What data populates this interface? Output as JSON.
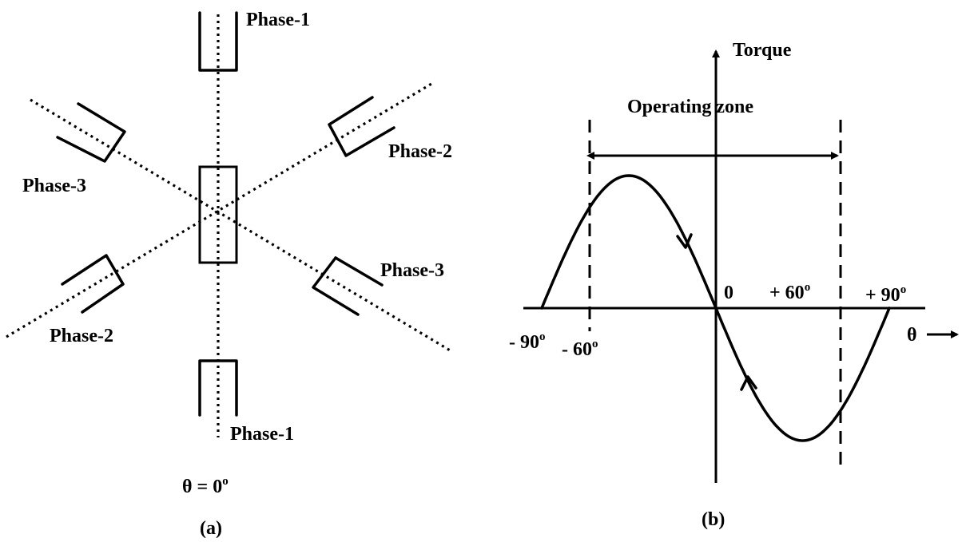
{
  "panel_a": {
    "phase_1_top": "Phase-1",
    "phase_1_bottom": "Phase-1",
    "phase_2_right": "Phase-2",
    "phase_2_left": "Phase-2",
    "phase_3_left": "Phase-3",
    "phase_3_right": "Phase-3",
    "theta_label": "θ = 0",
    "theta_degree": "o",
    "caption": "(a)"
  },
  "panel_b": {
    "torque_label": "Torque",
    "operating_zone_label": "Operating zone",
    "origin_label": "0",
    "plus_60": "+ 60",
    "plus_90": "+ 90",
    "minus_90": "- 90",
    "minus_60": "- 60",
    "degree": "o",
    "theta_axis_label": "θ",
    "caption": "(b)"
  },
  "colors": {
    "ink": "#000000",
    "background": "#ffffff"
  }
}
